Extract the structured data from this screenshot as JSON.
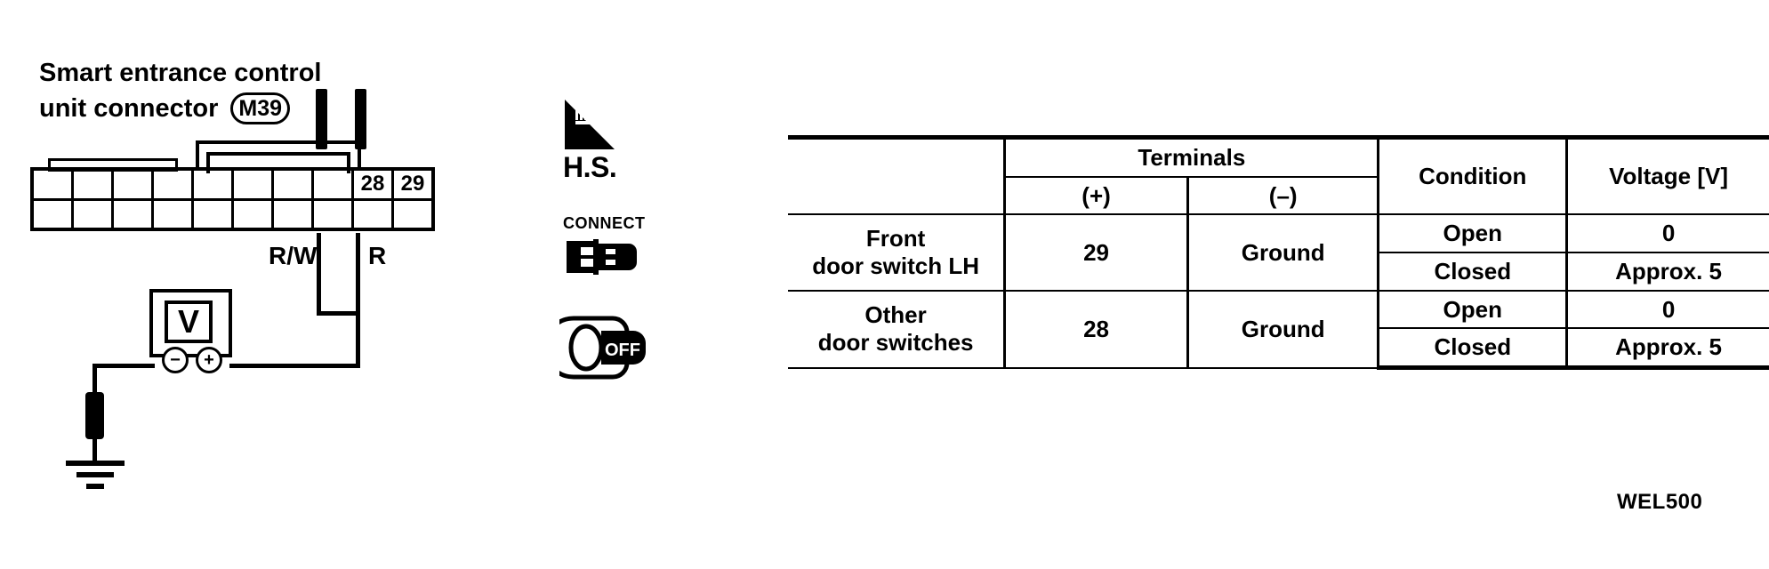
{
  "title": {
    "line1": "Smart entrance control",
    "line2": "unit connector",
    "connector_code": "M39"
  },
  "connector": {
    "rows": 2,
    "columns": 10,
    "top_row_cells": [
      "",
      "",
      "",
      "",
      "",
      "",
      "",
      "",
      "28",
      "29"
    ],
    "bottom_row_cells": [
      "",
      "",
      "",
      "",
      "",
      "",
      "",
      "",
      "",
      ""
    ],
    "pin_28": "28",
    "pin_29": "29"
  },
  "wires": {
    "wire_28_label": "R/W",
    "wire_29_label": "R"
  },
  "voltmeter": {
    "display": "V",
    "terminal_negative": "−",
    "terminal_positive": "+"
  },
  "icons": {
    "hs_label": "H.S.",
    "connect_label": "CONNECT",
    "ignition_label": "OFF"
  },
  "table": {
    "headers": {
      "item": "",
      "terminals": "Terminals",
      "terminal_positive": "(+)",
      "terminal_negative": "(–)",
      "condition": "Condition",
      "voltage": "Voltage [V]"
    },
    "rows": [
      {
        "item_line1": "Front",
        "item_line2": "door switch LH",
        "terminal_positive": "29",
        "terminal_negative": "Ground",
        "conditions": [
          {
            "condition": "Open",
            "voltage": "0"
          },
          {
            "condition": "Closed",
            "voltage": "Approx. 5"
          }
        ]
      },
      {
        "item_line1": "Other",
        "item_line2": "door switches",
        "terminal_positive": "28",
        "terminal_negative": "Ground",
        "conditions": [
          {
            "condition": "Open",
            "voltage": "0"
          },
          {
            "condition": "Closed",
            "voltage": "Approx. 5"
          }
        ]
      }
    ]
  },
  "caption": "WEL500"
}
